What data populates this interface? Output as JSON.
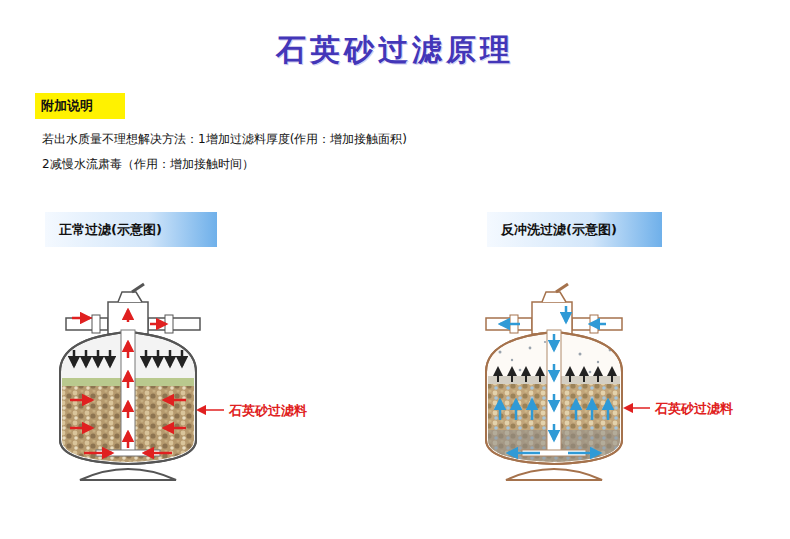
{
  "diagram": {
    "title": "石英砂过滤原理",
    "nodes": [
      {
        "text": [
          "附加说明"
        ]
      },
      {
        "text": [
          "正常过滤(示意图)"
        ]
      },
      {
        "text": [
          "反冲洗过滤(示意图)"
        ]
      }
    ],
    "labels": [
      "若出水质量不理想解决方法：1增加过滤料厚度(作用：增加接触面积)",
      "2减慢水流肃毒（作用：增加接触时间）",
      "石英砂过滤料",
      "石英砂过滤料"
    ]
  }
}
